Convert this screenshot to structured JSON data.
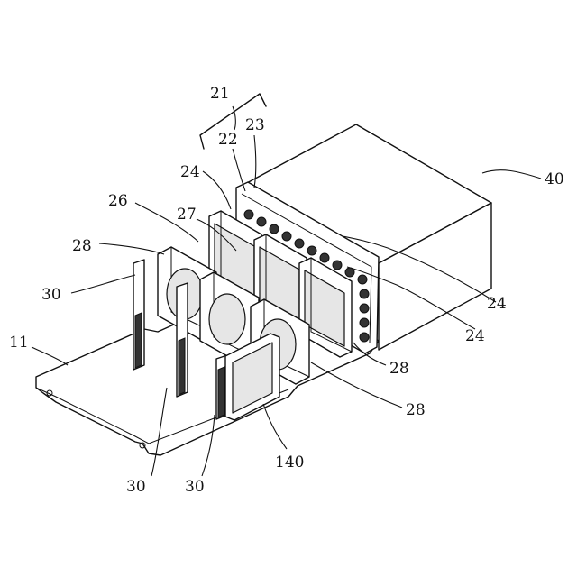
{
  "labels": {
    "l21": "21",
    "l22": "22",
    "l23": "23",
    "l24a": "24",
    "l24b": "24",
    "l24c": "24",
    "l26": "26",
    "l27": "27",
    "l28a": "28",
    "l28b": "28",
    "l28c": "28",
    "l30a": "30",
    "l30b": "30",
    "l30c": "30",
    "l11": "11",
    "l40": "40",
    "l140": "140"
  }
}
